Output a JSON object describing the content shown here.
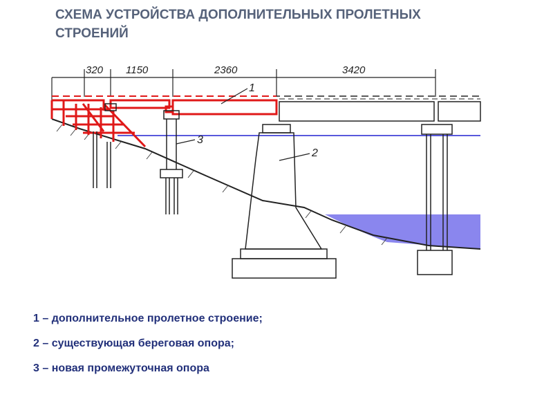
{
  "title": {
    "line1": "СХЕМА УСТРОЙСТВА ДОПОЛНИТЕЛЬНЫХ ПРОЛЕТНЫХ",
    "line2": "СТРОЕНИЙ"
  },
  "dimensions": [
    "320",
    "1150",
    "2360",
    "3420"
  ],
  "callouts": [
    "1",
    "2",
    "3"
  ],
  "legend": [
    "1 – дополнительное пролетное строение;",
    "2 – существующая береговая опора;",
    "3 – новая промежуточная опора"
  ],
  "colors": {
    "new_structure": "#e01818",
    "water": "#8a86ee",
    "level_line": "#2020d0",
    "line": "#222222",
    "title": "#56627a",
    "legend": "#22307a"
  }
}
